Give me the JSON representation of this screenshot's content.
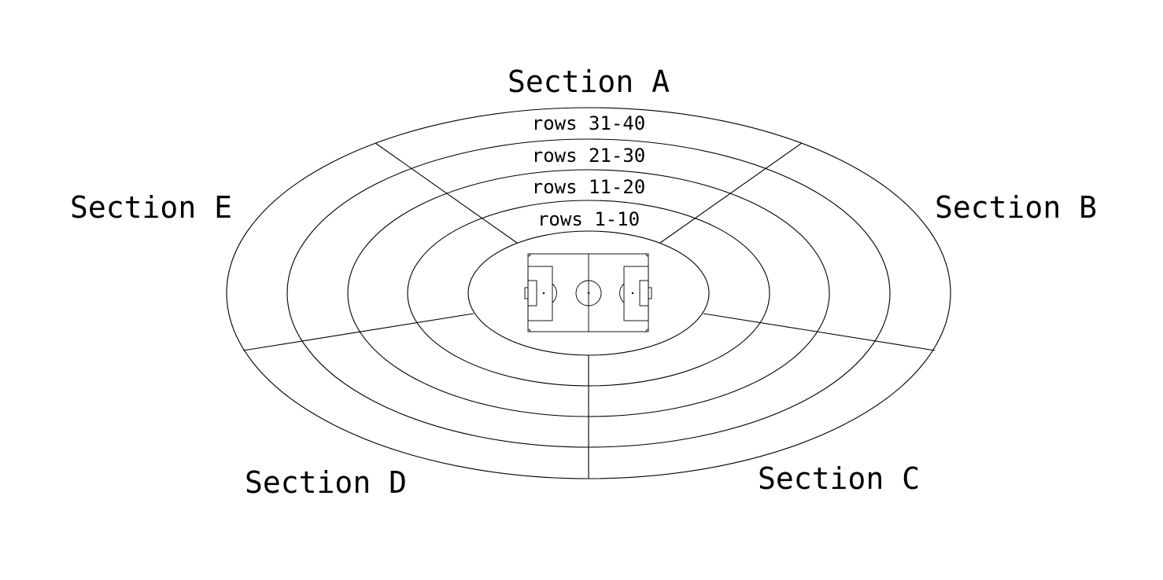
{
  "sections": {
    "a": "Section A",
    "b": "Section B",
    "c": "Section C",
    "d": "Section D",
    "e": "Section E"
  },
  "rows": {
    "tier_4": "rows 31-40",
    "tier_3": "rows 21-30",
    "tier_2": "rows 11-20",
    "tier_1": "rows 1-10"
  }
}
